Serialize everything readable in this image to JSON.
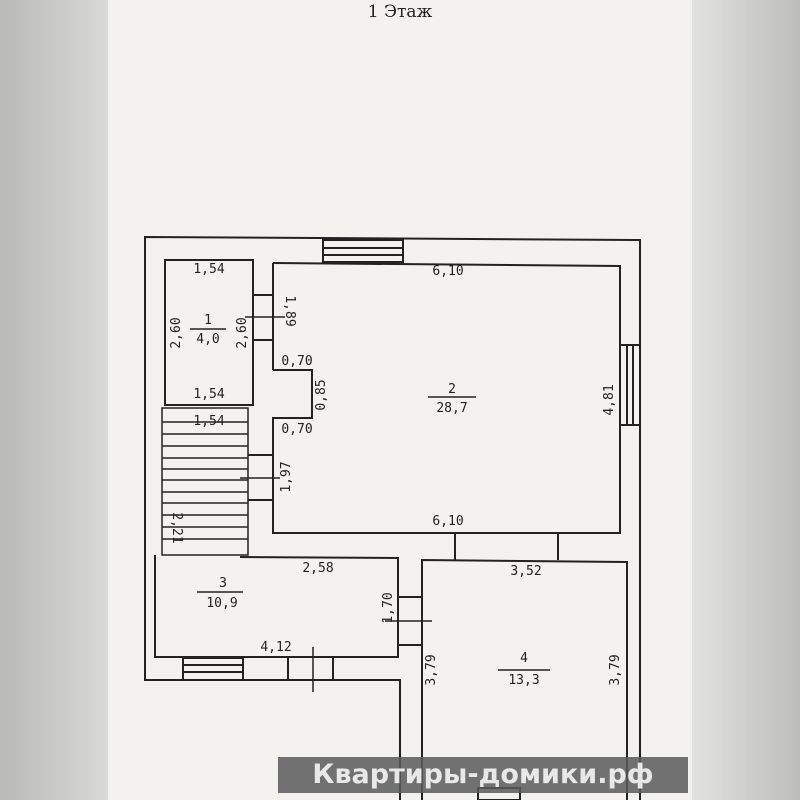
{
  "title": "1 Этаж",
  "rooms": [
    {
      "number": "1",
      "area": "4,0"
    },
    {
      "number": "2",
      "area": "28,7"
    },
    {
      "number": "3",
      "area": "10,9"
    },
    {
      "number": "4",
      "area": "13,3"
    }
  ],
  "dimensions": {
    "r1_top": "1,54",
    "r1_left": "2,60",
    "r1_right": "2,60",
    "r1_bottom": "1,54",
    "stair_top": "1,54",
    "stair_side": "2,21",
    "door_1_2": "1,89",
    "r2_top": "6,10",
    "r2_bottom": "6,10",
    "r2_right": "4,81",
    "niche_top": "0,70",
    "niche_bottom": "0,70",
    "niche_side": "0,85",
    "corridor": "1,97",
    "r3_top": "2,58",
    "r3_bottom": "4,12",
    "r3_right": "1,70",
    "r4_top": "3,52",
    "r4_left": "3,79",
    "r4_right": "3,79"
  },
  "watermark": "Квартиры-домики.рф"
}
